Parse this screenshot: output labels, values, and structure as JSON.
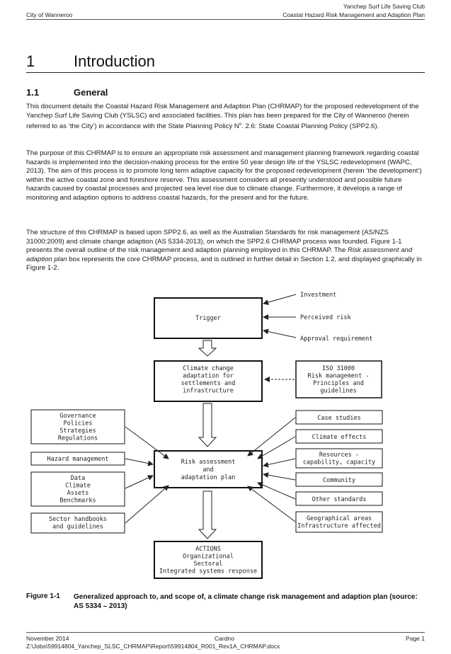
{
  "header": {
    "left": "City of Wanneroo",
    "right_top": "Yanchep Surf Life Saving Club",
    "right_bottom": "Coastal Hazard Risk Management and Adaption Plan"
  },
  "section": {
    "number": "1",
    "title": "Introduction"
  },
  "subsection": {
    "number": "1.1",
    "title": "General"
  },
  "paragraphs": {
    "p1": "This document details the Coastal Hazard Risk Management and Adaption Plan (CHRMAP) for the proposed redevelopment of the Yanchep Surf Life Saving Club (YSLSC) and associated facilities. This plan has been prepared for the City of Wanneroo (herein referred to as ‘the City’) in accordance with the State Planning Policy N",
    "p1_sup": "o",
    "p1_tail": ". 2.6: State Coastal Planning Policy (SPP2.6).",
    "p2": "The purpose of this CHRMAP is to ensure an appropriate risk assessment and management planning framework regarding coastal hazards is implemented into the decision-making process for the entire 50 year design life of the YSLSC redevelopment (WAPC, 2013). The aim of this process is to promote long term adaptive capacity for the proposed redevelopment (herein ‘the development’) within the active coastal zone and foreshore reserve. This assessment considers all presently understood and possible future hazards caused by coastal processes and projected sea level rise due to climate change. Furthermore, it develops a range of monitoring and adaption options to address coastal hazards, for the present and for the future.",
    "p3_a": "The structure of this CHRMAP is based upon SPP2.6, as well as the Australian Standards for risk management (AS/NZS 31000:2009) and climate change adaption (AS 5334-2013), on which the SPP2.6 CHRMAP process was founded. Figure 1-1 presents the overall outline of the risk management and adaption planning employed in this CHRMAP. The ",
    "p3_em": "Risk assessment and adaption plan",
    "p3_b": " box represents the core CHRMAP process, and is outlined in further detail in Section 1.2, and displayed graphically in Figure 1-2."
  },
  "diagram": {
    "inputs_right": [
      "Investment",
      "Perceived risk",
      "Approval requirement"
    ],
    "trigger": "Trigger",
    "climate": [
      "Climate change",
      "adaptation for",
      "settlements and",
      "infrastructure"
    ],
    "iso": [
      "ISO 31000",
      "Risk management -",
      "Principles and",
      "guidelines"
    ],
    "risk": [
      "Risk assessment",
      "and",
      "adaptation plan"
    ],
    "left_boxes": {
      "governance": [
        "Governance",
        "Policies",
        "Strategies",
        "Regulations"
      ],
      "hazard": [
        "Hazard management"
      ],
      "data": [
        "Data",
        "Climate",
        "Assets",
        "Benchmarks"
      ],
      "sector": [
        "Sector handbooks",
        "and guidelines"
      ]
    },
    "right_boxes": {
      "case": [
        "Case studies"
      ],
      "effects": [
        "Climate effects"
      ],
      "resources": [
        "Resources -",
        "capability, capacity"
      ],
      "community": [
        "Community"
      ],
      "other": [
        "Other standards"
      ],
      "geo": [
        "Geographical areas",
        "Infrastructure affected"
      ]
    },
    "actions": [
      "ACTIONS",
      "Organizational",
      "Sectoral",
      "Integrated systems response"
    ]
  },
  "figure": {
    "label": "Figure 1-1",
    "caption": "Generalized approach to, and scope of, a climate change risk management and adaption plan (source: AS 5334 – 2013)"
  },
  "footer": {
    "date": "November 2014",
    "company": "Cardno",
    "page": "Page 1",
    "path": "Z:\\Jobs\\59914804_Yanchep_SLSC_CHRMAP\\Report\\59914804_R001_Rev1A_CHRMAP.docx"
  }
}
